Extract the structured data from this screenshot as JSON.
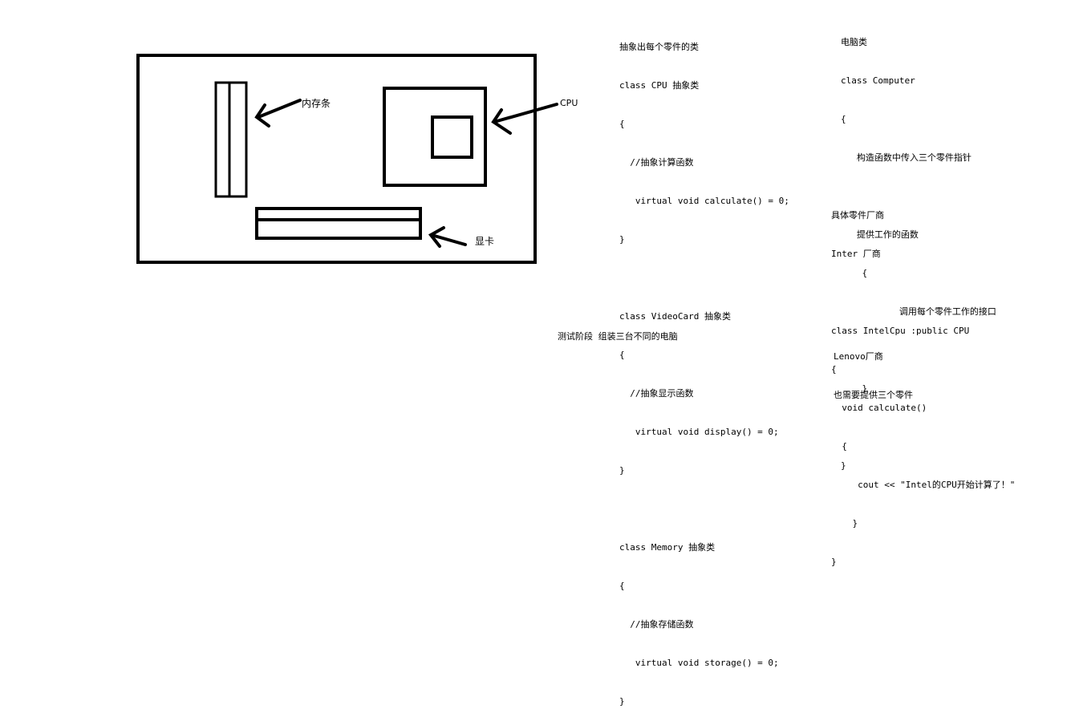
{
  "diagram": {
    "labels": {
      "memory": "内存条",
      "cpu": "CPU",
      "graphics_card": "显卡"
    }
  },
  "notes": {
    "abstract_classes": [
      "抽象出每个零件的类",
      "class CPU 抽象类",
      "{",
      "  //抽象计算函数",
      "   virtual void calculate() = 0;",
      "}",
      "",
      "class VideoCard 抽象类",
      "{",
      "  //抽象显示函数",
      "   virtual void display() = 0;",
      "}",
      "",
      "class Memory 抽象类",
      "{",
      "  //抽象存储函数",
      "   virtual void storage() = 0;",
      "}"
    ],
    "computer_class": [
      "电脑类",
      "class Computer",
      "{",
      "   构造函数中传入三个零件指针",
      "",
      "   提供工作的函数",
      "    {",
      "           调用每个零件工作的接口",
      "",
      "    }",
      "",
      "}"
    ],
    "vendor_intel": [
      "具体零件厂商",
      "Inter 厂商",
      "",
      "class IntelCpu :public CPU",
      "{",
      "  void calculate()",
      "  {",
      "     cout << \"Intel的CPU开始计算了！\"",
      "    }",
      "}"
    ],
    "vendor_lenovo": [
      "Lenovo厂商",
      "也需要提供三个零件"
    ],
    "test_stage": "测试阶段 组装三台不同的电脑"
  }
}
